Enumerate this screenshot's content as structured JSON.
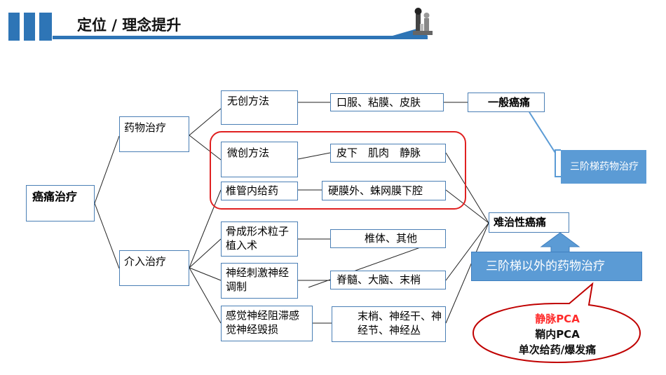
{
  "header": {
    "title": "定位 / 理念提升"
  },
  "diagram": {
    "root": "癌痛治疗",
    "branches": {
      "drug": "药物治疗",
      "interventional": "介入治疗"
    },
    "methods": {
      "noninvasive": "无创方法",
      "minimally_invasive": "微创方法",
      "intraspinal": "椎管内给药",
      "cementoplasty": "骨成形术粒子植入术",
      "neurostim": "神经刺激神经调制",
      "neuroblock": "感觉神经阻滞感觉神经毁损"
    },
    "routes": {
      "noninvasive": "口服、粘膜、皮肤",
      "minimally_invasive": "皮下　肌肉　静脉",
      "intraspinal": "硬膜外、蛛网膜下腔",
      "cementoplasty": "椎体、其他",
      "neurostim": "脊髓、大脑、末梢",
      "neuroblock": "末梢、神经干、神经节、神经丛"
    },
    "outcomes": {
      "general": "一般癌痛",
      "refractory": "难治性癌痛",
      "three_step": "三阶梯药物治疗",
      "beyond_three_step": "三阶梯以外的药物治疗"
    },
    "callout": {
      "line1": "静脉PCA",
      "line2": "鞘内PCA",
      "line3": "单次给药/爆发痛"
    }
  },
  "colors": {
    "header_blue": "#2e75b6",
    "node_border": "#4a7fb5",
    "highlight_red": "#e02020",
    "box_blue": "#5b9bd5",
    "text_red": "#ff2a2a"
  }
}
